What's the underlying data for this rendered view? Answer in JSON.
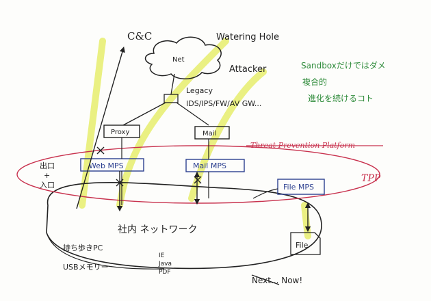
{
  "labels": {
    "cnc": "C&C",
    "watering_hole": "Watering Hole",
    "net": "Net",
    "attacker": "Attacker",
    "legacy_line1": "Legacy",
    "legacy_line2": "IDS/IPS/FW/AV GW...",
    "proxy": "Proxy",
    "mail": "Mail",
    "web_mps": "Web MPS",
    "mail_mps": "Mail MPS",
    "file_mps": "File MPS",
    "exit_entry_line1": "出口",
    "exit_entry_line2": "+",
    "exit_entry_line3": "入口",
    "threat_platform": "Threat Prevention Platform",
    "tpp": "TPP",
    "internal_network": "社内 ネットワーク",
    "mobile_pc": "持ち歩きPC",
    "usb_memory": "USBメモリー",
    "ie": "IE",
    "java": "Java",
    "pdf": "PDF",
    "file": "File",
    "next_now": "Next... Now!",
    "note_line1": "Sandboxだけではダメ",
    "note_line2": "複合的",
    "note_line3": "進化を続けるコト"
  },
  "colors": {
    "ink": "#222222",
    "highlighter": "#e4ec5a",
    "note_green": "#2e8b3a",
    "platform_red": "#c8324e",
    "mps_blue": "#2b3f8f"
  }
}
